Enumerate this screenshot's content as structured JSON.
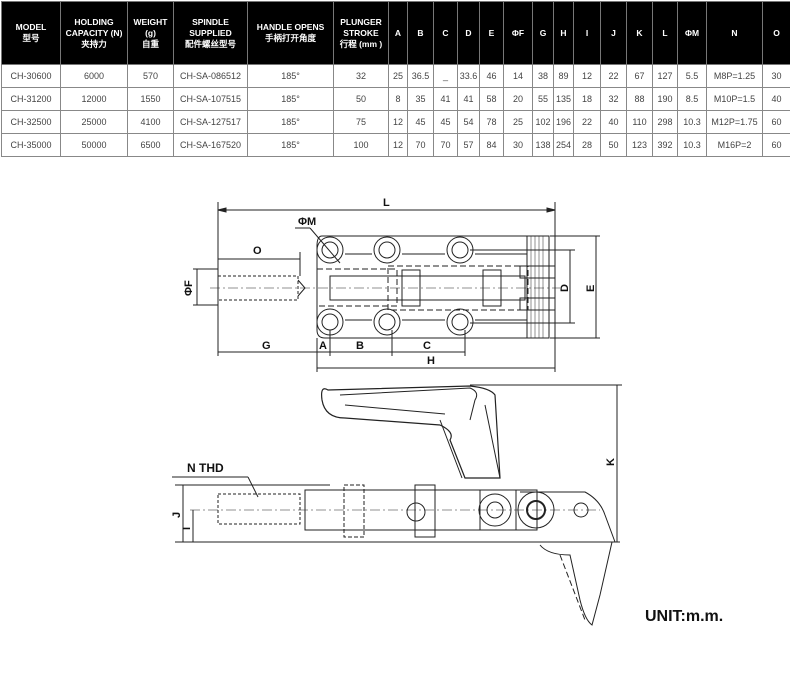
{
  "table": {
    "headers": [
      {
        "l1": "MODEL",
        "l2": "型号"
      },
      {
        "l1": "HOLDING CAPACITY (N)",
        "l2": "夹持力"
      },
      {
        "l1": "WEIGHT (g)",
        "l2": "自重"
      },
      {
        "l1": "SPINDLE SUPPLIED",
        "l2": "配件螺丝型号"
      },
      {
        "l1": "HANDLE OPENS",
        "l2": "手柄打开角度"
      },
      {
        "l1": "PLUNGER STROKE",
        "l2": "行程 (mm )"
      },
      {
        "l1": "A",
        "l2": ""
      },
      {
        "l1": "B",
        "l2": ""
      },
      {
        "l1": "C",
        "l2": ""
      },
      {
        "l1": "D",
        "l2": ""
      },
      {
        "l1": "E",
        "l2": ""
      },
      {
        "l1": "ΦF",
        "l2": ""
      },
      {
        "l1": "G",
        "l2": ""
      },
      {
        "l1": "H",
        "l2": ""
      },
      {
        "l1": "I",
        "l2": ""
      },
      {
        "l1": "J",
        "l2": ""
      },
      {
        "l1": "K",
        "l2": ""
      },
      {
        "l1": "L",
        "l2": ""
      },
      {
        "l1": "ΦM",
        "l2": ""
      },
      {
        "l1": "N",
        "l2": ""
      },
      {
        "l1": "O",
        "l2": ""
      }
    ],
    "rows": [
      [
        "CH-30600",
        "6000",
        "570",
        "CH-SA-086512",
        "185°",
        "32",
        "25",
        "36.5",
        "_",
        "33.6",
        "46",
        "14",
        "38",
        "89",
        "12",
        "22",
        "67",
        "127",
        "5.5",
        "M8P=1.25",
        "30"
      ],
      [
        "CH-31200",
        "12000",
        "1550",
        "CH-SA-107515",
        "185°",
        "50",
        "8",
        "35",
        "41",
        "41",
        "58",
        "20",
        "55",
        "135",
        "18",
        "32",
        "88",
        "190",
        "8.5",
        "M10P=1.5",
        "40"
      ],
      [
        "CH-32500",
        "25000",
        "4100",
        "CH-SA-127517",
        "185°",
        "75",
        "12",
        "45",
        "45",
        "54",
        "78",
        "25",
        "102",
        "196",
        "22",
        "40",
        "110",
        "298",
        "10.3",
        "M12P=1.75",
        "60"
      ],
      [
        "CH-35000",
        "50000",
        "6500",
        "CH-SA-167520",
        "185°",
        "100",
        "12",
        "70",
        "70",
        "57",
        "84",
        "30",
        "138",
        "254",
        "28",
        "50",
        "123",
        "392",
        "10.3",
        "M16P=2",
        "60"
      ]
    ]
  },
  "drawing": {
    "top_labels": {
      "L": "L",
      "M": "ΦM",
      "O": "O",
      "F": "ΦF",
      "D": "D",
      "E": "E",
      "G": "G",
      "A": "A",
      "B": "B",
      "C": "C",
      "H": "H"
    },
    "side_labels": {
      "N": "N THD",
      "J": "J",
      "I": "I",
      "K": "K"
    },
    "unit": "UNIT:m.m."
  }
}
